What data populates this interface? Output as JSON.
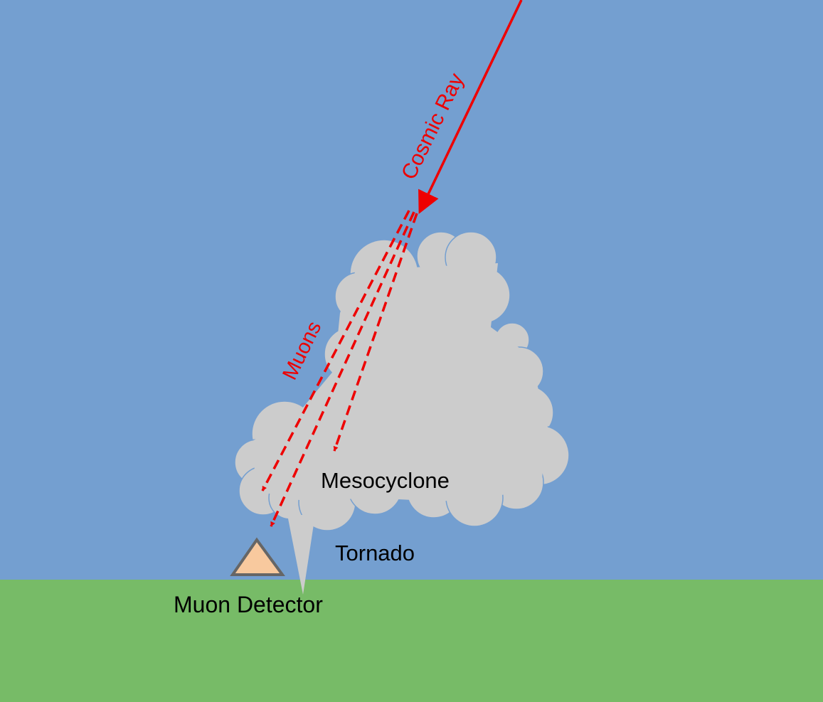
{
  "labels": {
    "cosmic_ray": "Cosmic Ray",
    "muons": "Muons",
    "mesocyclone": "Mesocyclone",
    "tornado": "Tornado",
    "muon_detector": "Muon Detector"
  },
  "colors": {
    "sky": "#749fd0",
    "ground": "#77bb67",
    "cloud": "#cccccc",
    "ray": "#ee0000",
    "detector_fill": "#f8c99e",
    "detector_stroke": "#666666",
    "text": "#000000"
  },
  "icons": {
    "detector": "triangle",
    "cloud": "cumulonimbus-cloud",
    "tornado": "funnel"
  }
}
